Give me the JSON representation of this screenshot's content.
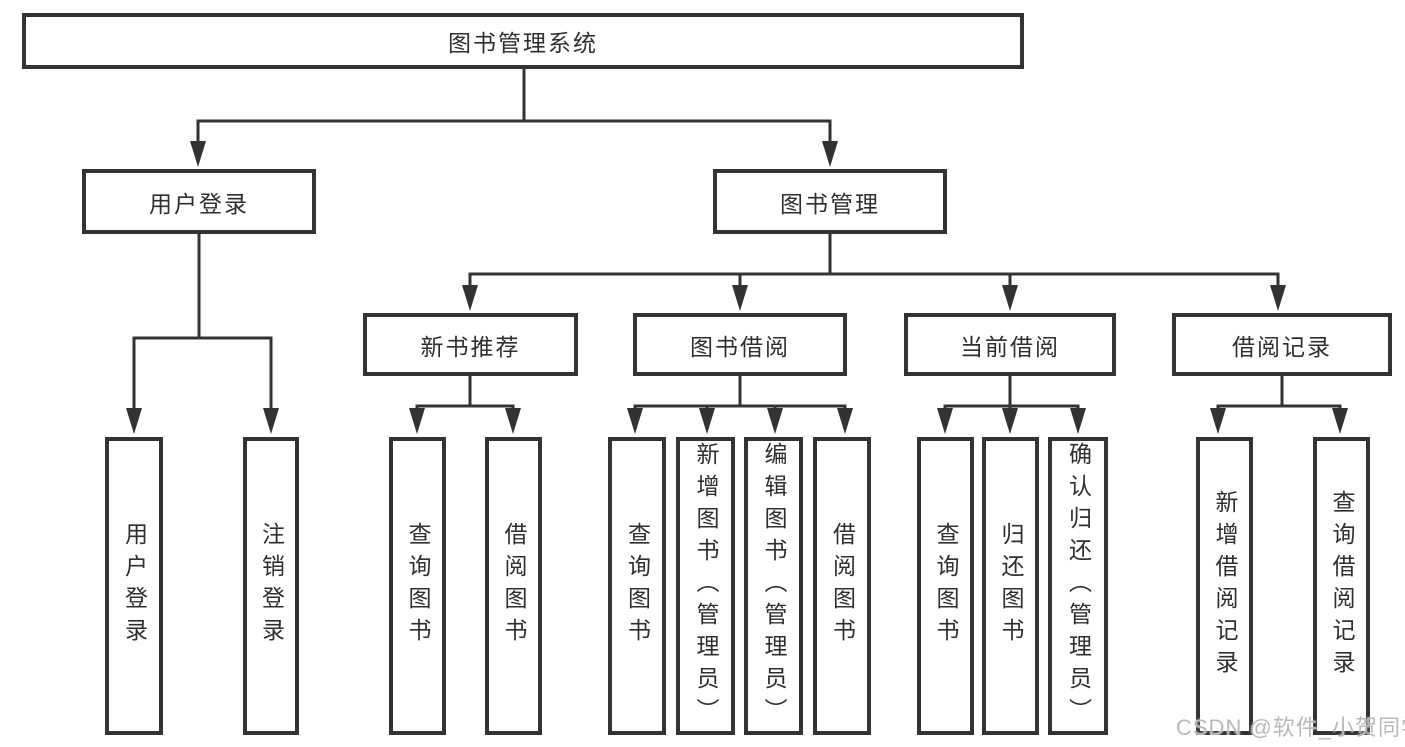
{
  "tree": {
    "label": "图书管理系统",
    "children": [
      {
        "label": "用户登录",
        "children": [
          {
            "label": "用户登录"
          },
          {
            "label": "注销登录"
          }
        ]
      },
      {
        "label": "图书管理",
        "children": [
          {
            "label": "新书推荐",
            "children": [
              {
                "label": "查询图书"
              },
              {
                "label": "借阅图书"
              }
            ]
          },
          {
            "label": "图书借阅",
            "children": [
              {
                "label": "查询图书"
              },
              {
                "label": "新增图书（管理员）"
              },
              {
                "label": "编辑图书（管理员）"
              },
              {
                "label": "借阅图书"
              }
            ]
          },
          {
            "label": "当前借阅",
            "children": [
              {
                "label": "查询图书"
              },
              {
                "label": "归还图书"
              },
              {
                "label": "确认归还（管理员）"
              }
            ]
          },
          {
            "label": "借阅记录",
            "children": [
              {
                "label": "新增借阅记录"
              },
              {
                "label": "查询借阅记录"
              }
            ]
          }
        ]
      }
    ]
  },
  "watermark": "CSDN @软件_小贺同学",
  "colors": {
    "line": "#333333",
    "text": "#2f2f2f",
    "watermark": "#b9b9b9",
    "background": "#ffffff"
  }
}
